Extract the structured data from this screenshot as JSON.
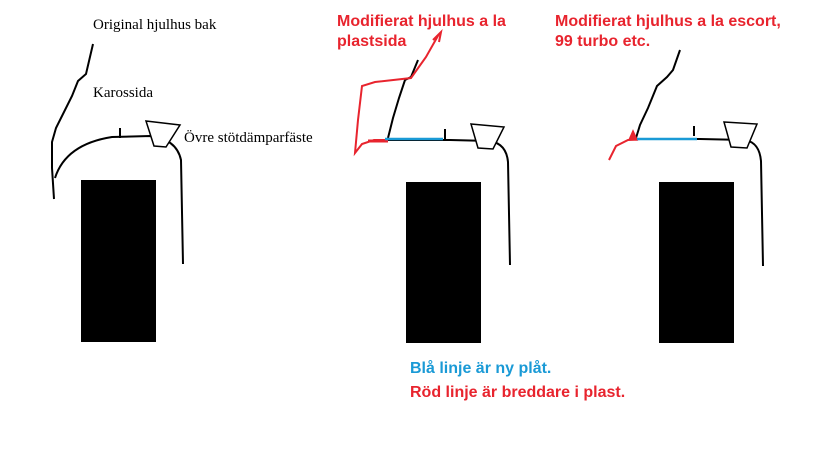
{
  "colors": {
    "red": "#e8242e",
    "blue": "#1a9ad6",
    "black": "#000000"
  },
  "panel_original": {
    "label_wheelhouse": "Original hjulhus bak",
    "label_body_side": "Karossida",
    "label_shock_mount": "Övre stötdämparfäste"
  },
  "panel_plastic": {
    "title": "Modifierat hjulhus a la\nplastsida"
  },
  "panel_escort": {
    "title": "Modifierat hjulhus a la escort,\n99 turbo etc."
  },
  "legend": {
    "blue_line": "Blå linje är ny plåt.",
    "red_line": "Röd linje är breddare i plast."
  }
}
